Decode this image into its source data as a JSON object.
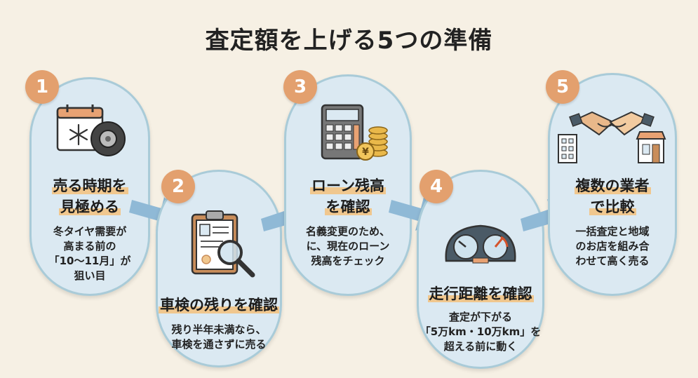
{
  "title": "査定額を上げる5つの準備",
  "steps": [
    {
      "number": "1",
      "heading_lines": [
        "売る時期を",
        "見極める"
      ],
      "desc_lines": [
        "冬タイヤ需要が",
        "高まる前の",
        "「10〜11月」が",
        "狙い目"
      ],
      "icon": "calendar-snowflake-tire-icon"
    },
    {
      "number": "2",
      "heading_lines": [
        "車検の残りを確認"
      ],
      "desc_lines": [
        "残り半年未満なら、",
        "車検を通さずに売る"
      ],
      "icon": "clipboard-magnifier-icon"
    },
    {
      "number": "3",
      "heading_lines": [
        "ローン残高",
        "を確認"
      ],
      "desc_lines": [
        "名義変更のため、",
        "に、現在のローン",
        "残高をチェック"
      ],
      "icon": "calculator-coins-icon"
    },
    {
      "number": "4",
      "heading_lines": [
        "走行距離を確認"
      ],
      "desc_lines": [
        "査定が下がる",
        "「5万km・10万km」を",
        "超える前に動く"
      ],
      "icon": "speedometer-icon"
    },
    {
      "number": "5",
      "heading_lines": [
        "複数の業者",
        "で比較"
      ],
      "desc_lines": [
        "一括査定と地域",
        "のお店を組み合",
        "わせて高く売る"
      ],
      "icon": "handshake-buildings-icon"
    }
  ],
  "colors": {
    "background": "#f6f0e4",
    "card": "#dbe9f2",
    "card_border": "#a9cbd8",
    "badge": "#e3a06e",
    "highlight": "#f0c78e",
    "arrow": "#8fb9d6"
  }
}
